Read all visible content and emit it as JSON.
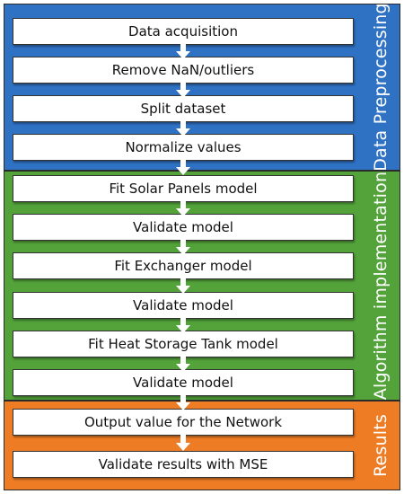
{
  "stages": [
    {
      "label": "Data Preprocessing",
      "color": "#2f72c4"
    },
    {
      "label": "Algorithm implementation",
      "color": "#53a33a"
    },
    {
      "label": "Results",
      "color": "#ee7c25"
    }
  ],
  "steps": [
    "Data acquisition",
    "Remove NaN/outliers",
    "Split dataset",
    "Normalize values",
    "Fit Solar Panels model",
    "Validate model",
    "Fit Exchanger model",
    "Validate model",
    "Fit Heat Storage Tank model",
    "Validate model",
    "Output value for the Network",
    "Validate results with MSE"
  ]
}
